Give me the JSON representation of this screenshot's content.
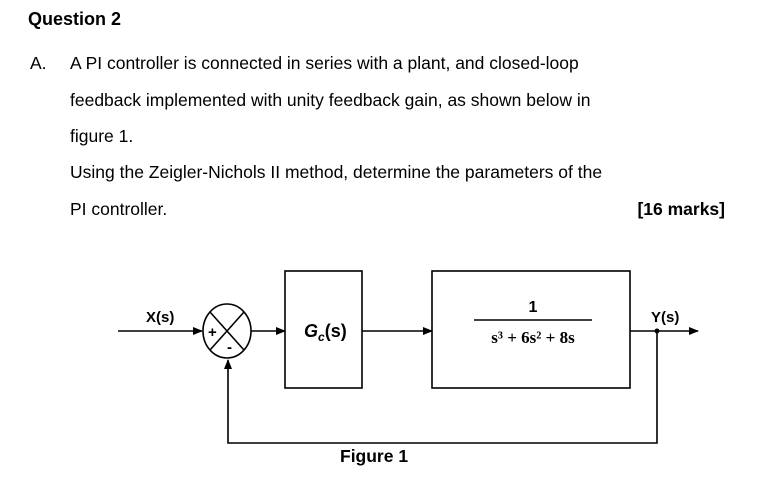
{
  "heading": "Question 2",
  "part_label": "A.",
  "lines": [
    "A PI controller is connected in series with a plant, and closed-loop",
    "feedback implemented with unity feedback gain, as shown below in",
    "figure 1.",
    "Using the Zeigler-Nichols II method, determine the parameters of the",
    "PI controller."
  ],
  "marks": "[16 marks]",
  "diagram": {
    "input_label": "X(s)",
    "output_label": "Y(s)",
    "plus_sign": "+",
    "minus_sign": "-",
    "controller_label": "G",
    "controller_sub": "c",
    "controller_arg": "(s)",
    "plant_numerator": "1",
    "plant_denominator": "s³ + 6s² + 8s"
  },
  "caption": "Figure 1"
}
